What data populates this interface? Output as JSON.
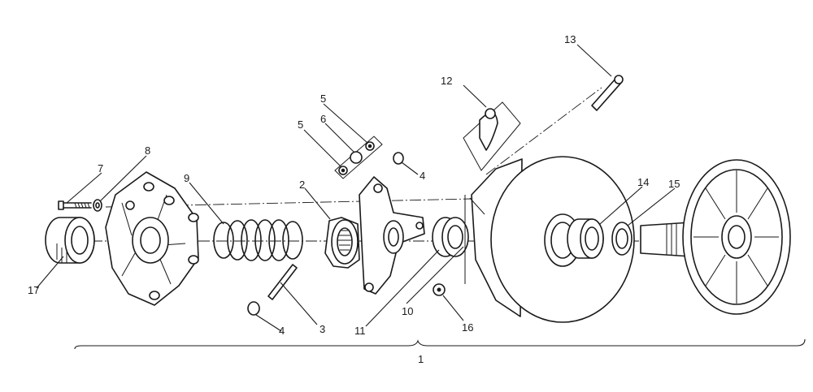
{
  "callouts": [
    {
      "id": "c1",
      "text": "1"
    },
    {
      "id": "c2",
      "text": "2"
    },
    {
      "id": "c3",
      "text": "3"
    },
    {
      "id": "c4a",
      "text": "4"
    },
    {
      "id": "c4b",
      "text": "4"
    },
    {
      "id": "c5a",
      "text": "5"
    },
    {
      "id": "c5b",
      "text": "5"
    },
    {
      "id": "c6",
      "text": "6"
    },
    {
      "id": "c7",
      "text": "7"
    },
    {
      "id": "c8",
      "text": "8"
    },
    {
      "id": "c9",
      "text": "9"
    },
    {
      "id": "c10",
      "text": "10"
    },
    {
      "id": "c11",
      "text": "11"
    },
    {
      "id": "c12",
      "text": "12"
    },
    {
      "id": "c13",
      "text": "13"
    },
    {
      "id": "c14",
      "text": "14"
    },
    {
      "id": "c15",
      "text": "15"
    },
    {
      "id": "c16",
      "text": "16"
    },
    {
      "id": "c17",
      "text": "17"
    }
  ]
}
